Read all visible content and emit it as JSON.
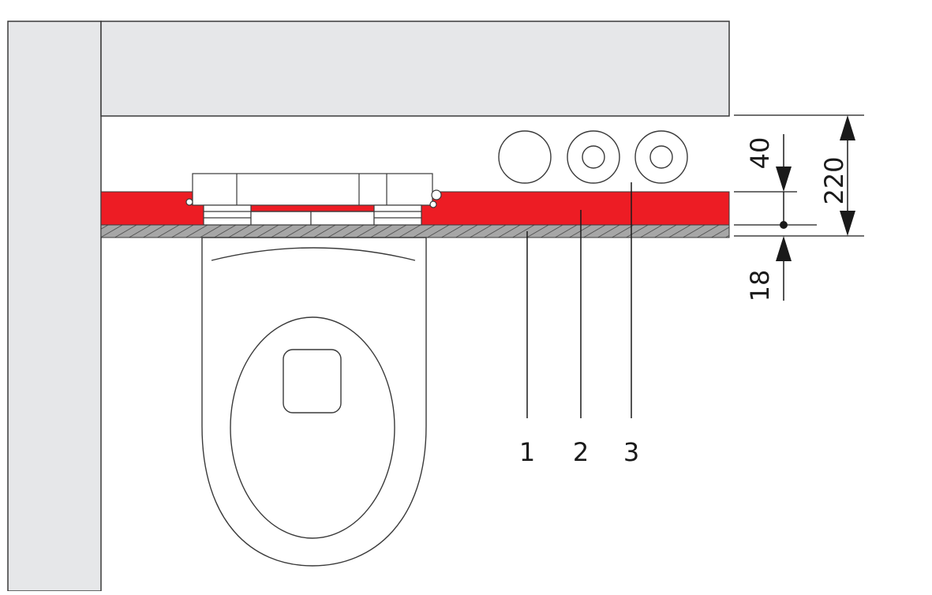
{
  "callouts": [
    "1",
    "2",
    "3"
  ],
  "dimensions": {
    "total_depth": "220",
    "pipe_zone": "40",
    "board": "18"
  },
  "colors": {
    "wall_fill": "#e6e7e9",
    "wall_line": "#3a3a3a",
    "insulation_red": "#ed1c24",
    "board_hatch_bg": "#a6a6a6",
    "line": "#1a1a1a"
  }
}
